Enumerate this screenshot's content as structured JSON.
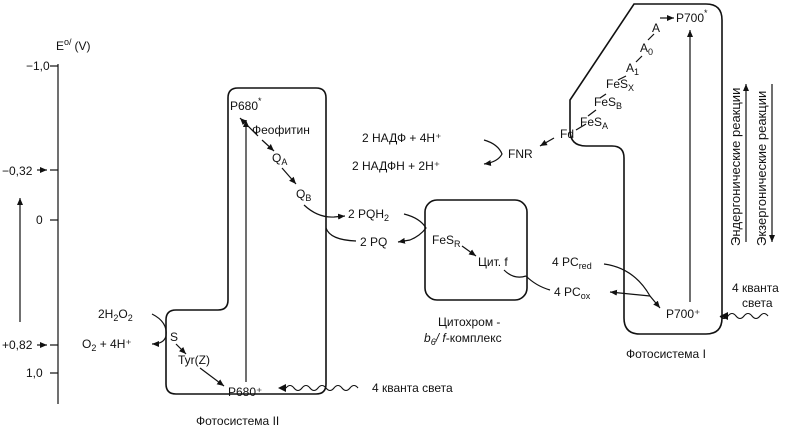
{
  "axis": {
    "label_main": "E",
    "label_sup": "o/",
    "label_unit": "(V)",
    "ticks": [
      "−1,0",
      "−0,32",
      "0",
      "+0,82",
      "1,0"
    ]
  },
  "ps2": {
    "p680_star": "P680",
    "star": "*",
    "pheophytin": "Феофитин",
    "qa_main": "Q",
    "qa_sub": "A",
    "qb_main": "Q",
    "qb_sub": "B",
    "water_a": "2H",
    "water_s1": "2",
    "water_b": "O",
    "water_s2": "2",
    "oxygen_a": "O",
    "oxygen_s": "2",
    "oxygen_b": " + 4H⁺",
    "s_label": "S",
    "tyr": "Tyr(Z)",
    "p680_plus": "P680⁺",
    "light": "4 кванта света",
    "caption": "Фотосистема II"
  },
  "pq": {
    "pqh2_a": "2 PQH",
    "pqh2_s": "2",
    "pq": "2 PQ"
  },
  "cyt": {
    "fesr_a": "FeS",
    "fesr_s": "R",
    "cytf": "Цит. f",
    "caption_line1": "Цитохром -",
    "caption_b6_b": "b",
    "caption_b6_s": "6",
    "caption_f": "/ f",
    "caption_rest": "-комплекс"
  },
  "pc": {
    "red_a": "4 PC",
    "red_s": "red",
    "ox_a": "4 PC",
    "ox_s": "ox"
  },
  "nadp": {
    "ox": "2 НАДФ + 4H⁺",
    "red": "2 НАДФН + 2H⁺",
    "fnr": "FNR",
    "fd": "Fd"
  },
  "ps1": {
    "p700_star": "P700",
    "star": "*",
    "a": "A",
    "a0_a": "A",
    "a0_s": "0",
    "a1_a": "A",
    "a1_s": "1",
    "fesx_a": "FeS",
    "fesx_s": "X",
    "fesb_a": "FeS",
    "fesb_s": "B",
    "fesa_a": "FeS",
    "fesa_s": "A",
    "p700_plus": "P700⁺",
    "light_line1": "4 кванта",
    "light_line2": "света",
    "caption": "Фотосистема I"
  },
  "side": {
    "endergonic": "Эндергонические реакции",
    "exergonic": "Экзергонические реакции"
  }
}
